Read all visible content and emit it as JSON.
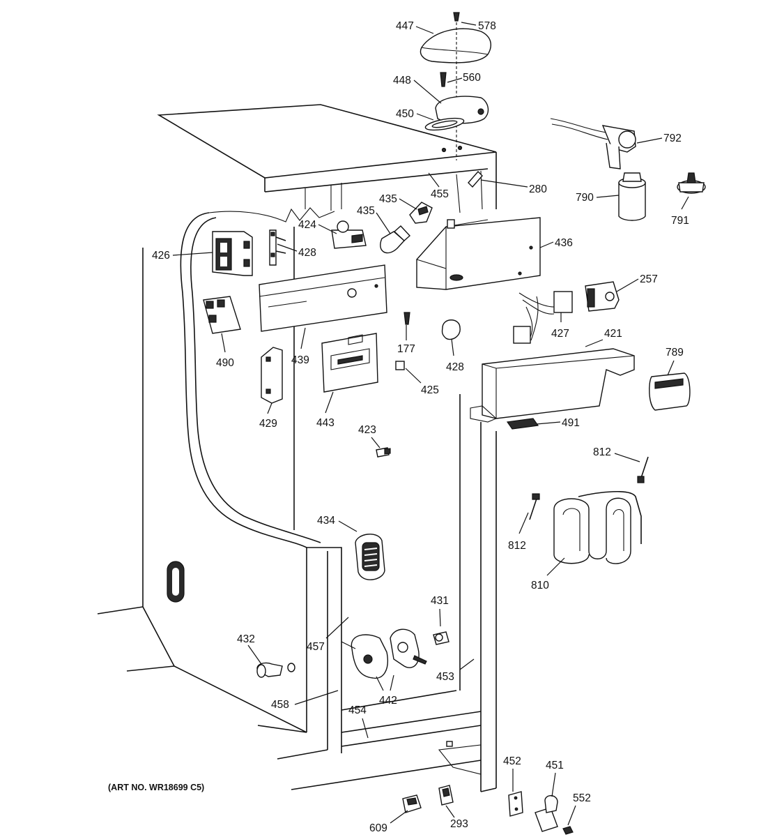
{
  "caption": "(ART NO. WR18699 C5)",
  "labels": {
    "p447": "447",
    "p578": "578",
    "p448": "448",
    "p560": "560",
    "p450": "450",
    "p792": "792",
    "p280": "280",
    "p455": "455",
    "p435a": "435",
    "p435b": "435",
    "p424": "424",
    "p428a": "428",
    "p426": "426",
    "p436": "436",
    "p790": "790",
    "p791": "791",
    "p257": "257",
    "p490": "490",
    "p439": "439",
    "p177": "177",
    "p428b": "428",
    "p427": "427",
    "p421": "421",
    "p789": "789",
    "p429": "429",
    "p443": "443",
    "p425": "425",
    "p491": "491",
    "p423": "423",
    "p812a": "812",
    "p812b": "812",
    "p810": "810",
    "p434": "434",
    "p431": "431",
    "p432": "432",
    "p457": "457",
    "p453": "453",
    "p442": "442",
    "p458": "458",
    "p454": "454",
    "p452": "452",
    "p451": "451",
    "p552": "552",
    "p609": "609",
    "p293": "293"
  }
}
